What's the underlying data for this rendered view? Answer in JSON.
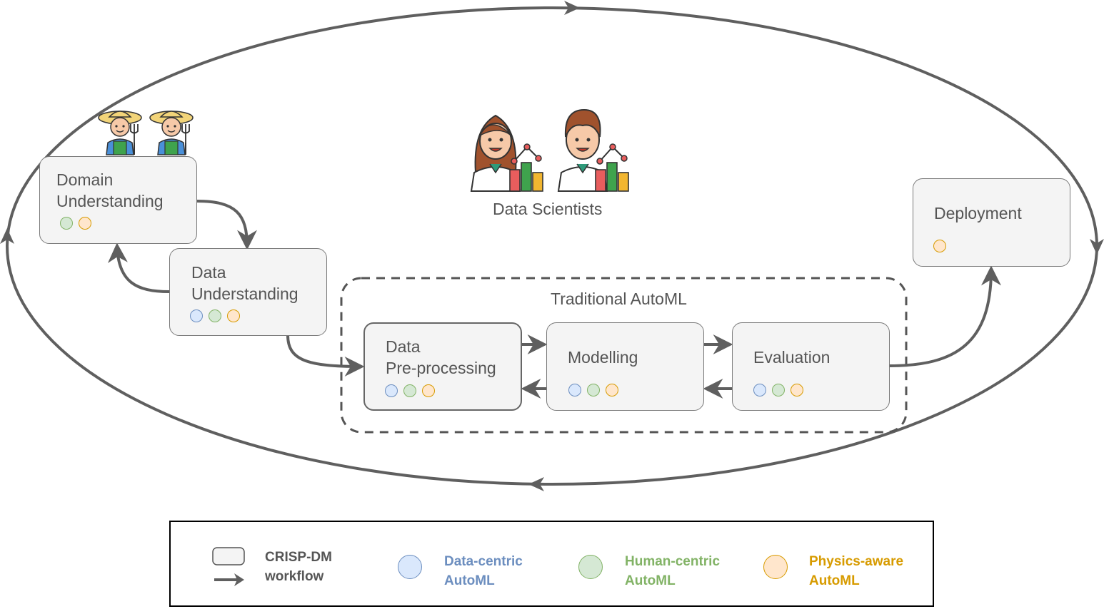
{
  "colors": {
    "data_centric": "#6c8ebf",
    "human_centric": "#82b366",
    "physics_aware": "#d79b00",
    "data_centric_fill": "#dae8fc",
    "human_centric_fill": "#d5e8d4",
    "physics_aware_fill": "#ffe6cc",
    "arrow": "#5f5f5f"
  },
  "nodes": {
    "domain_understanding": {
      "label": "Domain\nUnderstanding",
      "markers": [
        "human-centric",
        "physics-aware"
      ]
    },
    "data_understanding": {
      "label": "Data\nUnderstanding",
      "markers": [
        "data-centric",
        "human-centric",
        "physics-aware"
      ]
    },
    "data_preprocessing": {
      "label": "Data\nPre-processing",
      "markers": [
        "data-centric",
        "human-centric",
        "physics-aware"
      ]
    },
    "modelling": {
      "label": "Modelling",
      "markers": [
        "data-centric",
        "human-centric",
        "physics-aware"
      ]
    },
    "evaluation": {
      "label": "Evaluation",
      "markers": [
        "data-centric",
        "human-centric",
        "physics-aware"
      ]
    },
    "deployment": {
      "label": "Deployment",
      "markers": [
        "physics-aware"
      ]
    }
  },
  "group_label": "Traditional AutoML",
  "actors_label": "Data Scientists",
  "icons": [
    "farmer-icon",
    "farmer-icon",
    "female-data-scientist-icon",
    "male-data-scientist-icon"
  ],
  "legend": {
    "workflow": "CRISP-DM\nworkflow",
    "data_centric": "Data-centric\nAutoML",
    "human_centric": "Human-centric\nAutoML",
    "physics_aware": "Physics-aware\nAutoML"
  }
}
